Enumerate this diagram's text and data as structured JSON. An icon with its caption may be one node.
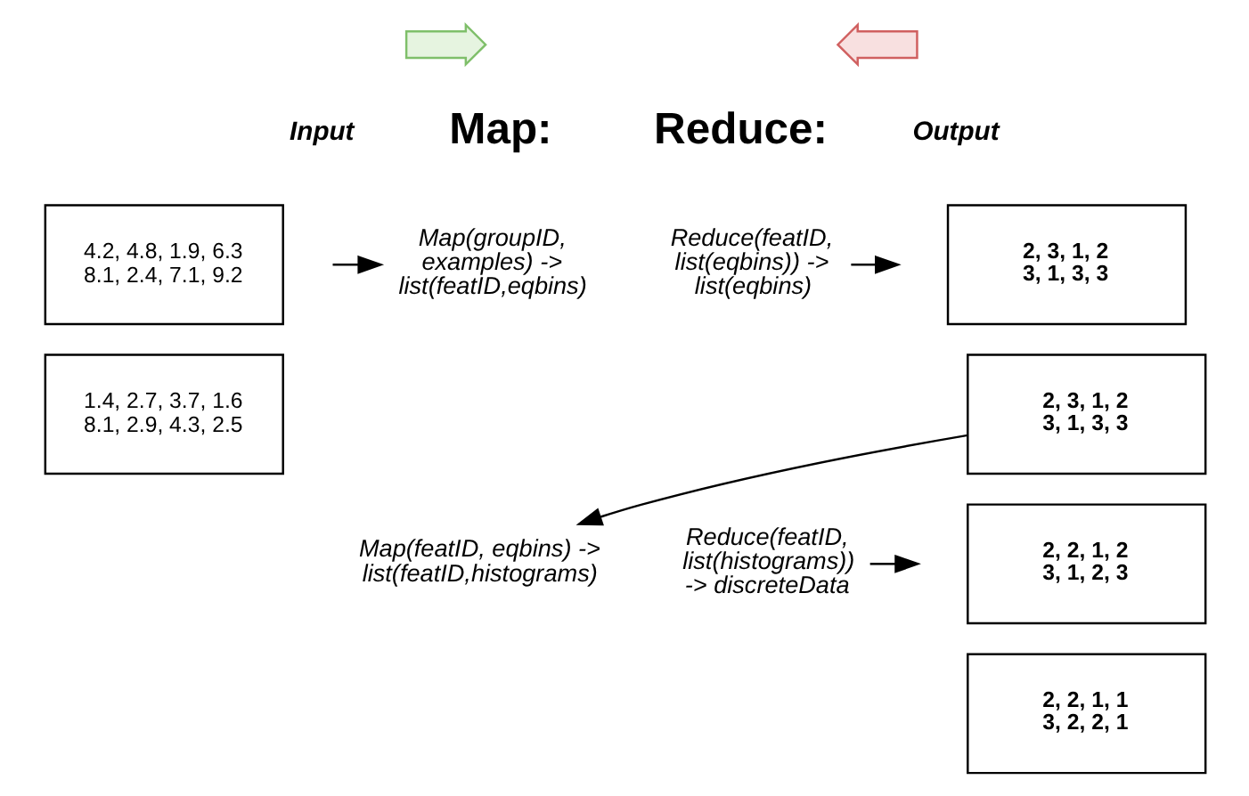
{
  "diagram": {
    "nodes": [
      {
        "text": [
          "4.2, 4.8, 1.9, 6.3 8.1, 2.4, 7.1, 9.2"
        ]
      },
      {
        "text": [
          "1.4, 2.7, 3.7, 1.6 8.1, 2.9, 4.3, 2.5"
        ]
      },
      {
        "text": [
          "Map(groupID, examples) -> list(featID,eqbins)"
        ]
      },
      {
        "text": [
          "Reduce(featID, list(eqbins)) -> list(eqbins)"
        ]
      },
      {
        "text": [
          "2, 3, 1, 2 3, 1, 3, 3"
        ]
      },
      {
        "text": [
          "2, 3, 1, 2 3, 1, 3, 3"
        ]
      },
      {
        "text": [
          "Map(featID, eqbins) -> list(featID,histograms)"
        ]
      },
      {
        "text": [
          "Reduce(featID, list(histograms)) -> discreteData"
        ]
      },
      {
        "text": [
          "2, 2, 1, 2 3, 1, 2, 3"
        ]
      },
      {
        "text": [
          "2, 2, 1, 1 3, 2, 2, 1"
        ]
      },
      {
        "text": [],
        "shape": "arrow"
      },
      {
        "text": [],
        "shape": "arrow"
      }
    ],
    "edges": [
      {
        "from": null,
        "to": 2,
        "arrow": "to"
      },
      {
        "from": 3,
        "to": null,
        "arrow": "to"
      },
      {
        "from": 5,
        "to": 6,
        "arrow": "to"
      },
      {
        "from": 7,
        "to": null,
        "arrow": "to"
      }
    ],
    "labels": [
      "Input",
      "Map:",
      "Reduce:",
      "Output"
    ]
  }
}
